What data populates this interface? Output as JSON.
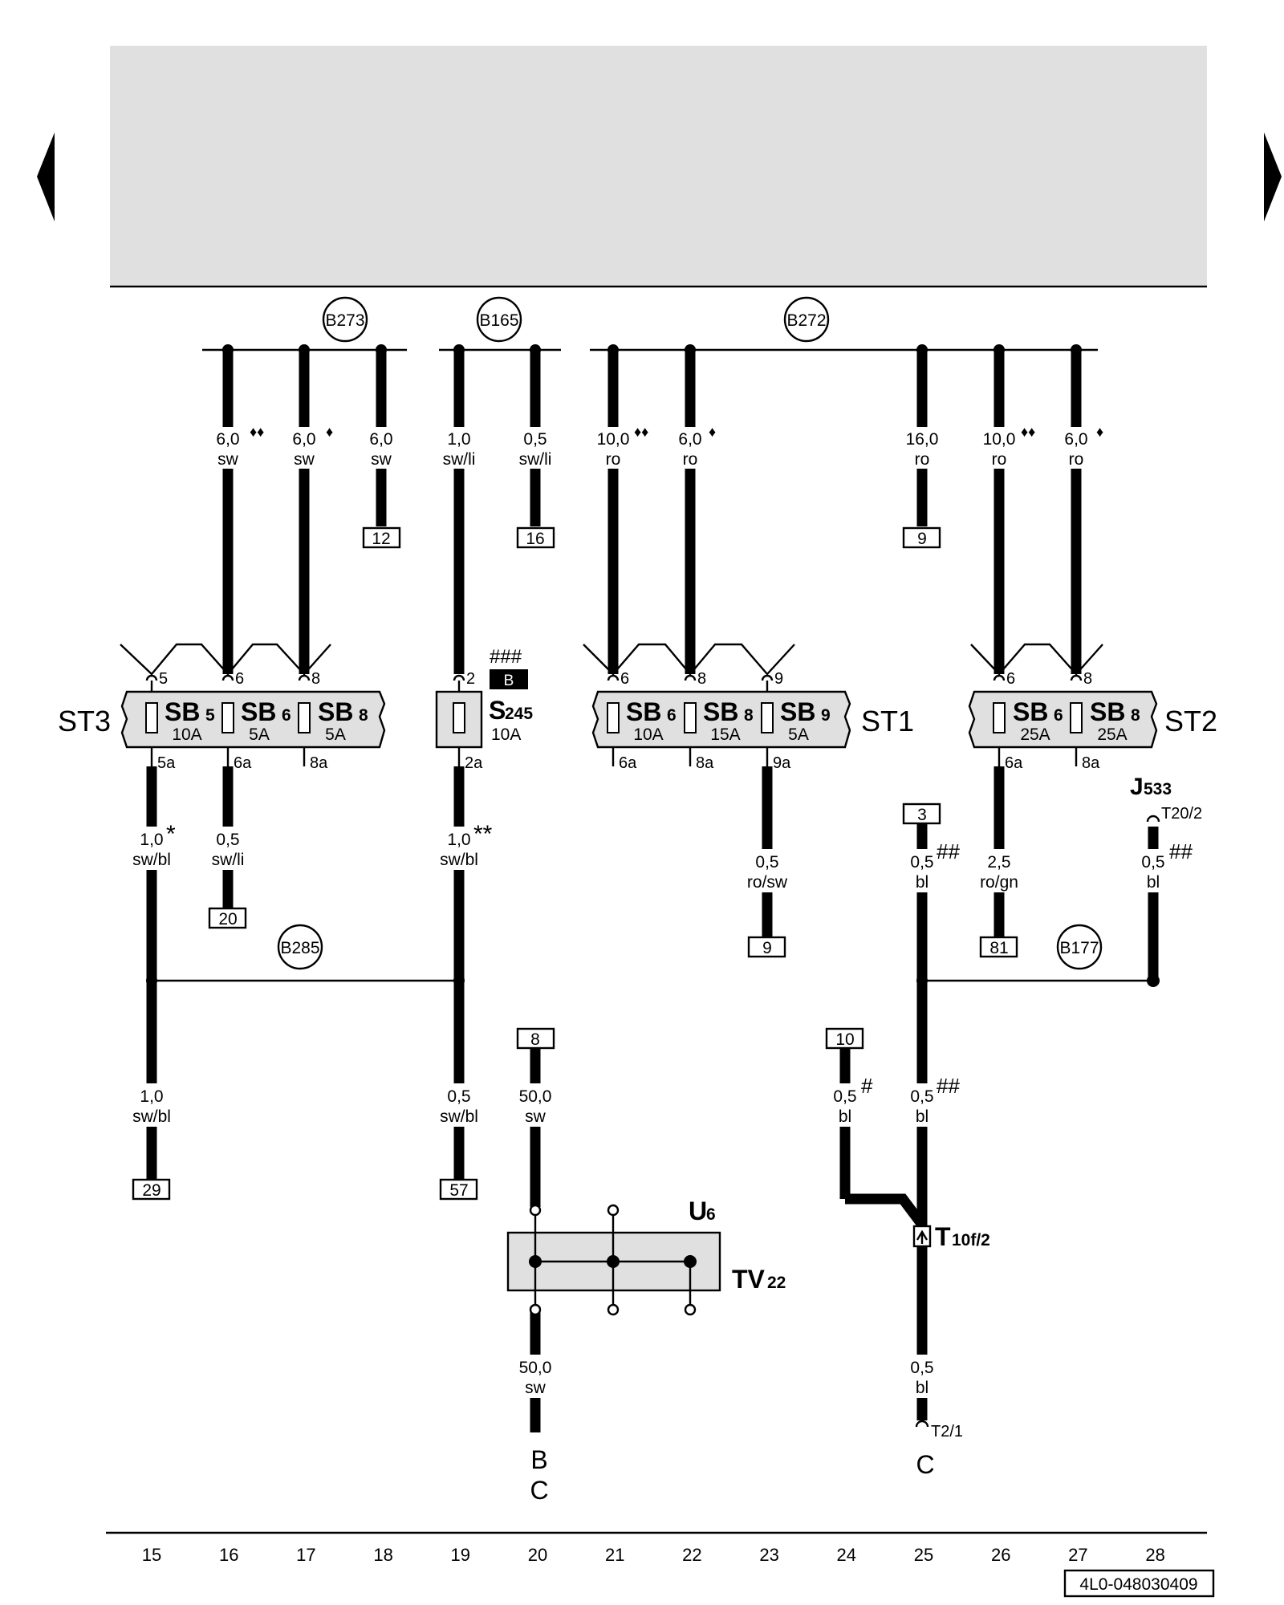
{
  "labels": {
    "header_region": "",
    "sheet_id": "4L0-048030409",
    "fuse_strips": {
      "st3": "ST3",
      "st1": "ST1",
      "st2": "ST2"
    },
    "bus_nodes": {
      "b273": "B273",
      "b165": "B165",
      "b272": "B272",
      "b285": "B285",
      "b177": "B177"
    },
    "fuses": {
      "st3": [
        {
          "name": "SB",
          "sub": "5",
          "rating": "10A",
          "in_pin": "5",
          "out_pin": "5a"
        },
        {
          "name": "SB",
          "sub": "6",
          "rating": "5A",
          "in_pin": "6",
          "out_pin": "6a"
        },
        {
          "name": "SB",
          "sub": "8",
          "rating": "5A",
          "in_pin": "8",
          "out_pin": "8a"
        }
      ],
      "s245": {
        "name": "S",
        "sub": "245",
        "rating": "10A",
        "in_pin": "2",
        "out_pin": "2a",
        "note": "###",
        "badge": "B"
      },
      "st1": [
        {
          "name": "SB",
          "sub": "6",
          "rating": "10A",
          "in_pin": "6",
          "out_pin": "6a"
        },
        {
          "name": "SB",
          "sub": "8",
          "rating": "15A",
          "in_pin": "8",
          "out_pin": "8a"
        },
        {
          "name": "SB",
          "sub": "9",
          "rating": "5A",
          "in_pin": "9",
          "out_pin": "9a"
        }
      ],
      "st2": [
        {
          "name": "SB",
          "sub": "6",
          "rating": "25A",
          "in_pin": "6",
          "out_pin": "6a"
        },
        {
          "name": "SB",
          "sub": "8",
          "rating": "25A",
          "in_pin": "8",
          "out_pin": "8a"
        }
      ]
    },
    "top_wires": [
      {
        "size": "6,0",
        "mark": "♦♦",
        "color": "sw"
      },
      {
        "size": "6,0",
        "mark": "♦",
        "color": "sw"
      },
      {
        "size": "6,0",
        "mark": "",
        "color": "sw"
      },
      {
        "size": "1,0",
        "mark": "",
        "color": "sw/li"
      },
      {
        "size": "0,5",
        "mark": "",
        "color": "sw/li"
      },
      {
        "size": "10,0",
        "mark": "♦♦",
        "color": "ro"
      },
      {
        "size": "6,0",
        "mark": "♦",
        "color": "ro"
      },
      {
        "size": "16,0",
        "mark": "",
        "color": "ro"
      },
      {
        "size": "10,0",
        "mark": "♦♦",
        "color": "ro"
      },
      {
        "size": "6,0",
        "mark": "♦",
        "color": "ro"
      }
    ],
    "top_refs": [
      "12",
      "16",
      "9"
    ],
    "mid_wires": [
      {
        "size": "1,0",
        "mark": "*",
        "color": "sw/bl"
      },
      {
        "size": "0,5",
        "mark": "",
        "color": "sw/li"
      },
      {
        "size": "1,0",
        "mark": "**",
        "color": "sw/bl"
      },
      {
        "size": "0,5",
        "mark": "",
        "color": "ro/sw"
      },
      {
        "size": "0,5",
        "mark": "##",
        "color": "bl"
      },
      {
        "size": "2,5",
        "mark": "",
        "color": "ro/gn"
      },
      {
        "size": "0,5",
        "mark": "##",
        "color": "bl"
      }
    ],
    "mid_refs": [
      "20",
      "9",
      "3",
      "81"
    ],
    "j533": {
      "name": "J",
      "sub": "533",
      "pin": "T20/2"
    },
    "low_wires": [
      {
        "size": "1,0",
        "mark": "",
        "color": "sw/bl"
      },
      {
        "size": "0,5",
        "mark": "",
        "color": "sw/bl"
      },
      {
        "size": "50,0",
        "mark": "",
        "color": "sw"
      },
      {
        "size": "0,5",
        "mark": "#",
        "color": "bl"
      },
      {
        "size": "0,5",
        "mark": "##",
        "color": "bl"
      },
      {
        "size": "50,0",
        "mark": "",
        "color": "sw"
      },
      {
        "size": "0,5",
        "mark": "",
        "color": "bl"
      }
    ],
    "low_refs": [
      "29",
      "57",
      "8",
      "10"
    ],
    "u6": {
      "name": "U",
      "sub": "6"
    },
    "tv22": {
      "name": "TV",
      "sub": "22"
    },
    "t10f": {
      "name": "T",
      "sub": "10f/2"
    },
    "t2": "T2/1",
    "continuations": {
      "b": "B",
      "c20": "C",
      "c25": "C"
    },
    "nav": {
      "prev": "previous-page",
      "next": "next-page"
    }
  },
  "grid_numbers": [
    "15",
    "16",
    "17",
    "18",
    "19",
    "20",
    "21",
    "22",
    "23",
    "24",
    "25",
    "26",
    "27",
    "28"
  ]
}
